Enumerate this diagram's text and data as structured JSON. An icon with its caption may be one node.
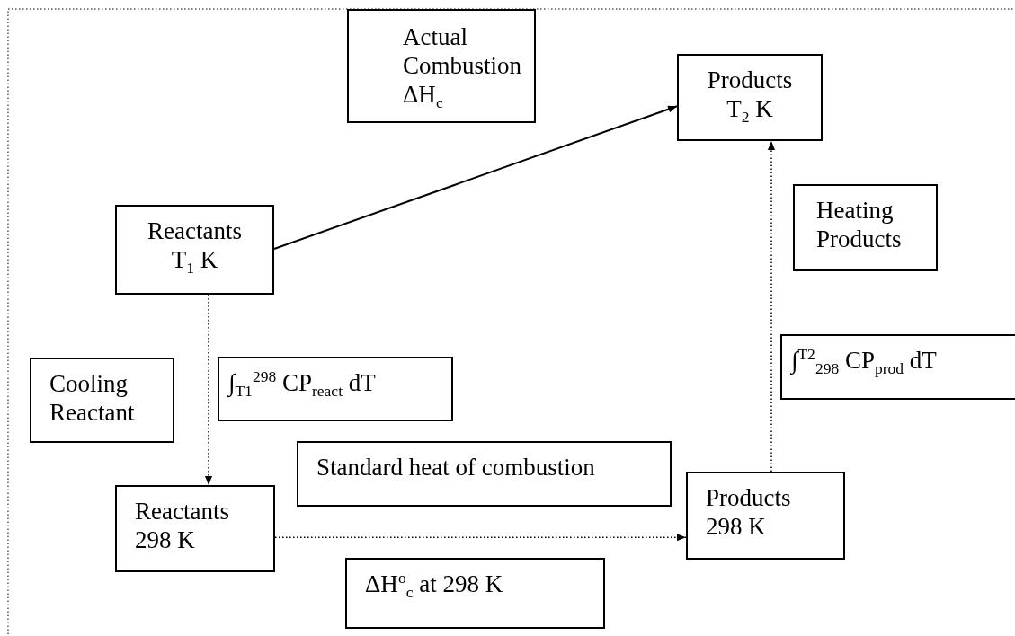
{
  "diagram": {
    "nodes": [
      {
        "text": [
          "Actual Combustion ΔH$_{c}$"
        ]
      },
      {
        "text": [
          "Products T$_{2}$ K"
        ]
      },
      {
        "text": [
          "Heating Products"
        ]
      },
      {
        "text": [
          "Reactants T$_{1}$ K"
        ]
      },
      {
        "text": [
          "∫$^{T2}$$_{298}$ CP$_{prod}$ dT"
        ]
      },
      {
        "text": [
          "Cooling Reactant"
        ]
      },
      {
        "text": [
          "∫$_{T1}$$^{298}$ CP$_{react}$ dT"
        ]
      },
      {
        "text": [
          "Standard heat of combustion"
        ]
      },
      {
        "text": [
          "Reactants 298 K"
        ]
      },
      {
        "text": [
          "Products 298 K"
        ]
      },
      {
        "text": [
          "ΔH$^{o}$$_{c}$ at 298 K"
        ]
      }
    ],
    "edges": [
      {
        "from": 3,
        "to": 1,
        "arrow": "to"
      },
      {
        "from": 3,
        "to": 8,
        "arrow": "to",
        "style": "dashed"
      },
      {
        "from": 8,
        "to": 9,
        "arrow": "to",
        "style": "dashed"
      },
      {
        "from": 9,
        "to": 1,
        "arrow": "to",
        "style": "dashed"
      }
    ]
  }
}
